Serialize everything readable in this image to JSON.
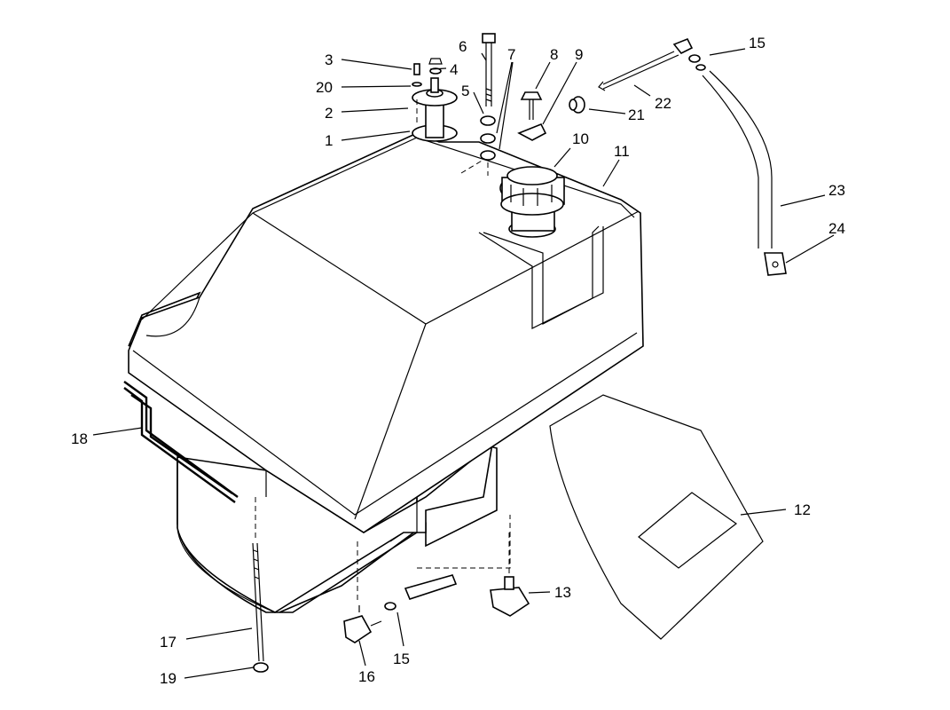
{
  "callouts": {
    "c1": "1",
    "c2": "2",
    "c3": "3",
    "c4": "4",
    "c5": "5",
    "c6": "6",
    "c7": "7",
    "c8": "8",
    "c9": "9",
    "c10": "10",
    "c11": "11",
    "c12": "12",
    "c13": "13",
    "c15a": "15",
    "c15b": "15",
    "c16": "16",
    "c17": "17",
    "c18": "18",
    "c19": "19",
    "c20": "20",
    "c21": "21",
    "c22": "22",
    "c23": "23",
    "c24": "24"
  }
}
